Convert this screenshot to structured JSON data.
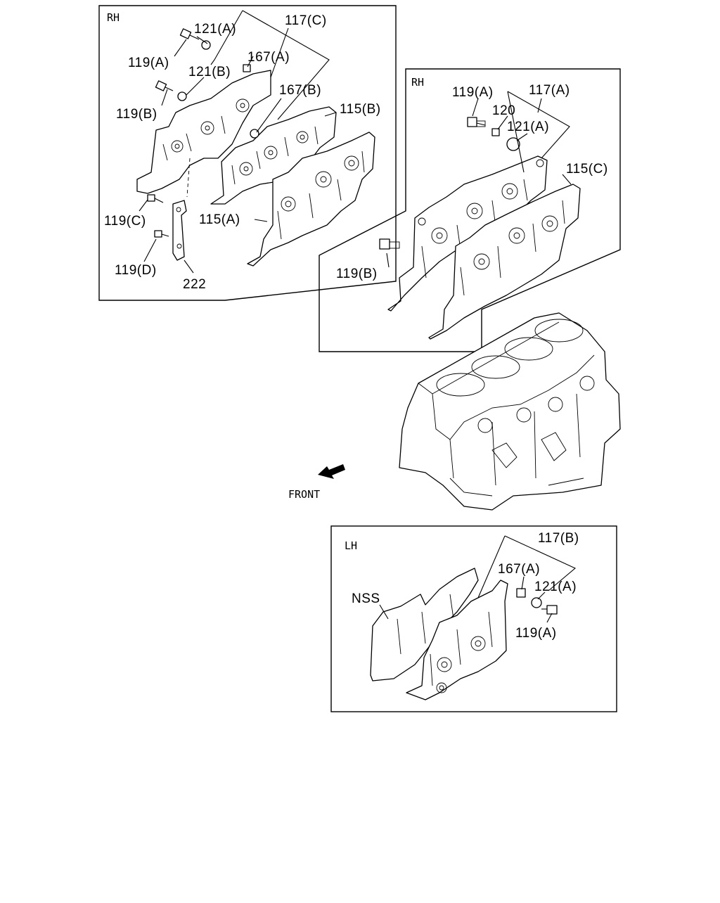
{
  "panels": {
    "rh_upper": {
      "tag": "RH",
      "labels": [
        "121(A)",
        "117(C)",
        "119(A)",
        "167(A)",
        "121(B)",
        "167(B)",
        "119(B)",
        "115(B)",
        "119(C)",
        "115(A)",
        "119(D)",
        "222"
      ]
    },
    "rh_lower": {
      "tag": "RH",
      "labels": [
        "119(A)",
        "117(A)",
        "120",
        "121(A)",
        "115(C)",
        "119(B)"
      ]
    },
    "lh": {
      "tag": "LH",
      "labels": [
        "117(B)",
        "167(A)",
        "121(A)",
        "NSS",
        "119(A)"
      ]
    }
  },
  "front_label": "FRONT"
}
